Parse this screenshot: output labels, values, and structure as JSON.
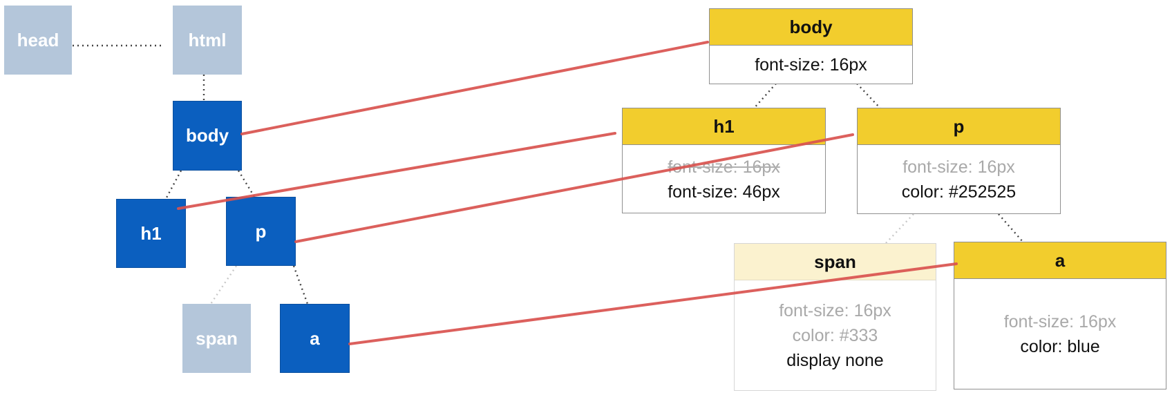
{
  "dom_tree": {
    "nodes": [
      {
        "id": "head",
        "label": "head",
        "style": "light"
      },
      {
        "id": "html",
        "label": "html",
        "style": "light"
      },
      {
        "id": "body",
        "label": "body",
        "style": "dark"
      },
      {
        "id": "h1",
        "label": "h1",
        "style": "dark"
      },
      {
        "id": "p",
        "label": "p",
        "style": "dark"
      },
      {
        "id": "span",
        "label": "span",
        "style": "light"
      },
      {
        "id": "a",
        "label": "a",
        "style": "dark"
      }
    ]
  },
  "render_tree": {
    "body": {
      "title": "body",
      "rules": [
        "font-size: 16px"
      ]
    },
    "h1": {
      "title": "h1",
      "overridden": "font-size: 16px",
      "rules": [
        "font-size: 46px"
      ]
    },
    "p": {
      "title": "p",
      "inherited": "font-size: 16px",
      "rules": [
        "color: #252525"
      ]
    },
    "span": {
      "title": "span",
      "inherited": [
        "font-size: 16px",
        "color: #333"
      ],
      "rules": [
        "display none"
      ]
    },
    "a": {
      "title": "a",
      "inherited": "font-size: 16px",
      "rules": [
        "color: blue"
      ]
    }
  },
  "colors": {
    "dom_dark": "#0b5fbf",
    "dom_light": "#b4c6da",
    "header_yellow": "#f2cd2d",
    "header_faded": "#fbf2cf",
    "link_line": "#d9534f",
    "inherited_text": "#a9a9a9"
  }
}
